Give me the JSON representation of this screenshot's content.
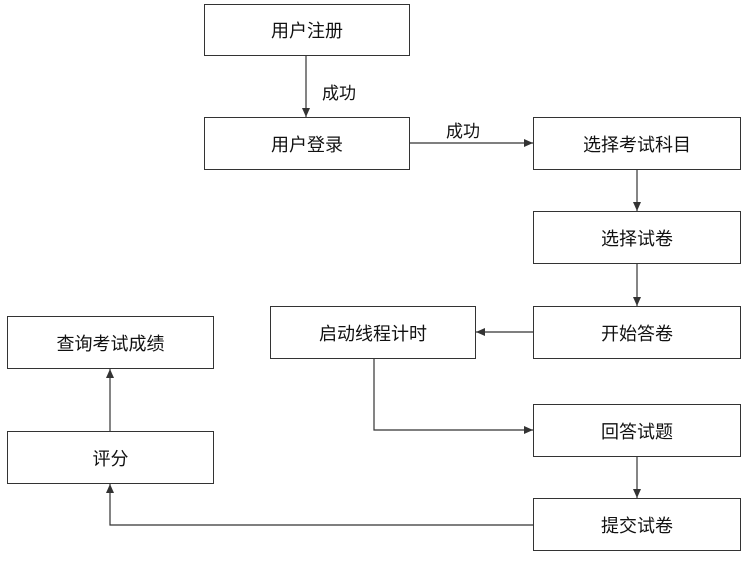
{
  "nodes": {
    "register": "用户注册",
    "login": "用户登录",
    "select_subject": "选择考试科目",
    "select_paper": "选择试卷",
    "start_answer": "开始答卷",
    "start_timer": "启动线程计时",
    "answer_questions": "回答试题",
    "submit_paper": "提交试卷",
    "score": "评分",
    "query_results": "查询考试成绩"
  },
  "edge_labels": {
    "register_to_login": "成功",
    "login_to_subject": "成功"
  },
  "colors": {
    "line": "#333333",
    "box_border": "#333333",
    "text": "#111111"
  }
}
